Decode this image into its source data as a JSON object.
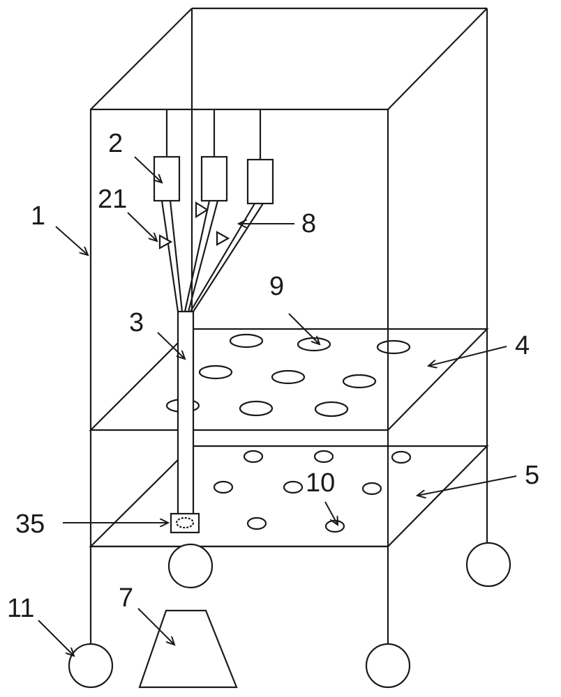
{
  "labels": {
    "frame": "1",
    "sprinkler_box": "2",
    "valve": "21",
    "main_tube": "3",
    "tube_outlet": "35",
    "upper_plate": "4",
    "lower_plate": "5",
    "container": "7",
    "branch_pipe": "8",
    "upper_hole": "9",
    "lower_hole": "10",
    "wheel": "11"
  }
}
